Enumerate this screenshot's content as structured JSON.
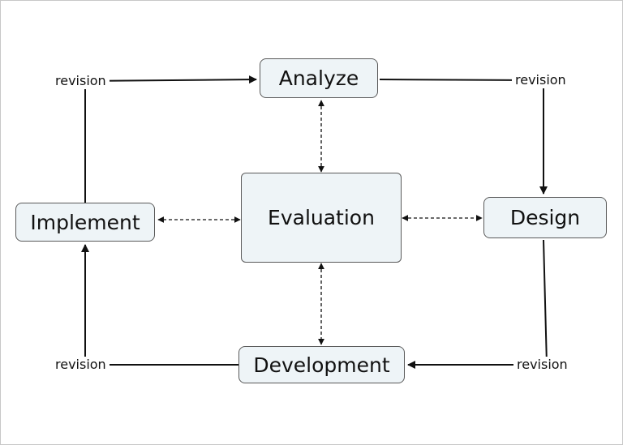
{
  "nodes": {
    "analyze": "Analyze",
    "design": "Design",
    "development": "Development",
    "implement": "Implement",
    "evaluation": "Evaluation"
  },
  "edge_labels": {
    "analyze_to_design": "revision",
    "design_to_development": "revision",
    "development_to_implement": "revision",
    "implement_to_analyze": "revision"
  },
  "colors": {
    "node_fill": "#eef4f7",
    "node_border": "#5a5a5a",
    "line": "#111111"
  }
}
